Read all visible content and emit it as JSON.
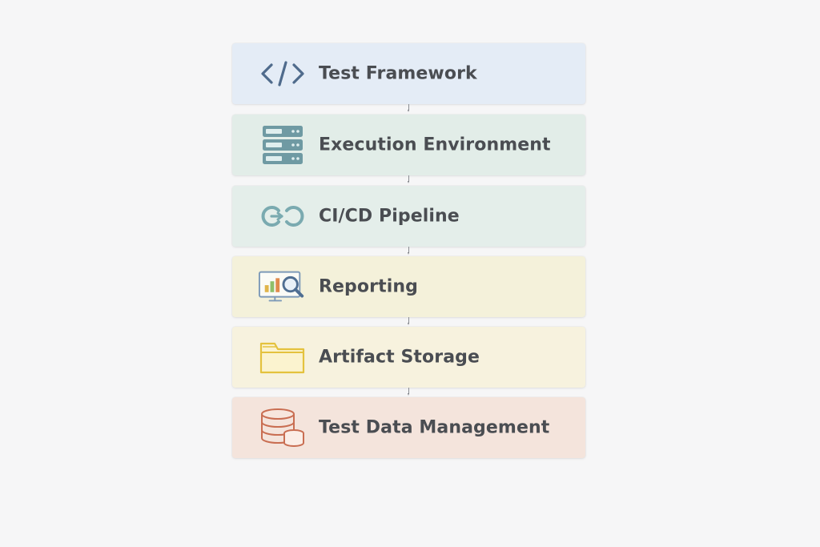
{
  "layers": [
    {
      "label": "Test Framework",
      "icon": "code-icon",
      "bg": "#e4ecf6"
    },
    {
      "label": "Execution Environment",
      "icon": "server-rack-icon",
      "bg": "#e2ede8"
    },
    {
      "label": "CI/CD Pipeline",
      "icon": "pipeline-loop-icon",
      "bg": "#e4eeea"
    },
    {
      "label": "Reporting",
      "icon": "monitor-chart-search-icon",
      "bg": "#f4f1da"
    },
    {
      "label": "Artifact Storage",
      "icon": "folder-icon",
      "bg": "#f7f2de"
    },
    {
      "label": "Test Data Management",
      "icon": "database-icon",
      "bg": "#f4e4dc"
    }
  ],
  "colors": {
    "background": "#f6f6f7",
    "text": "#4a4d52",
    "connector": "#8a8d92"
  }
}
